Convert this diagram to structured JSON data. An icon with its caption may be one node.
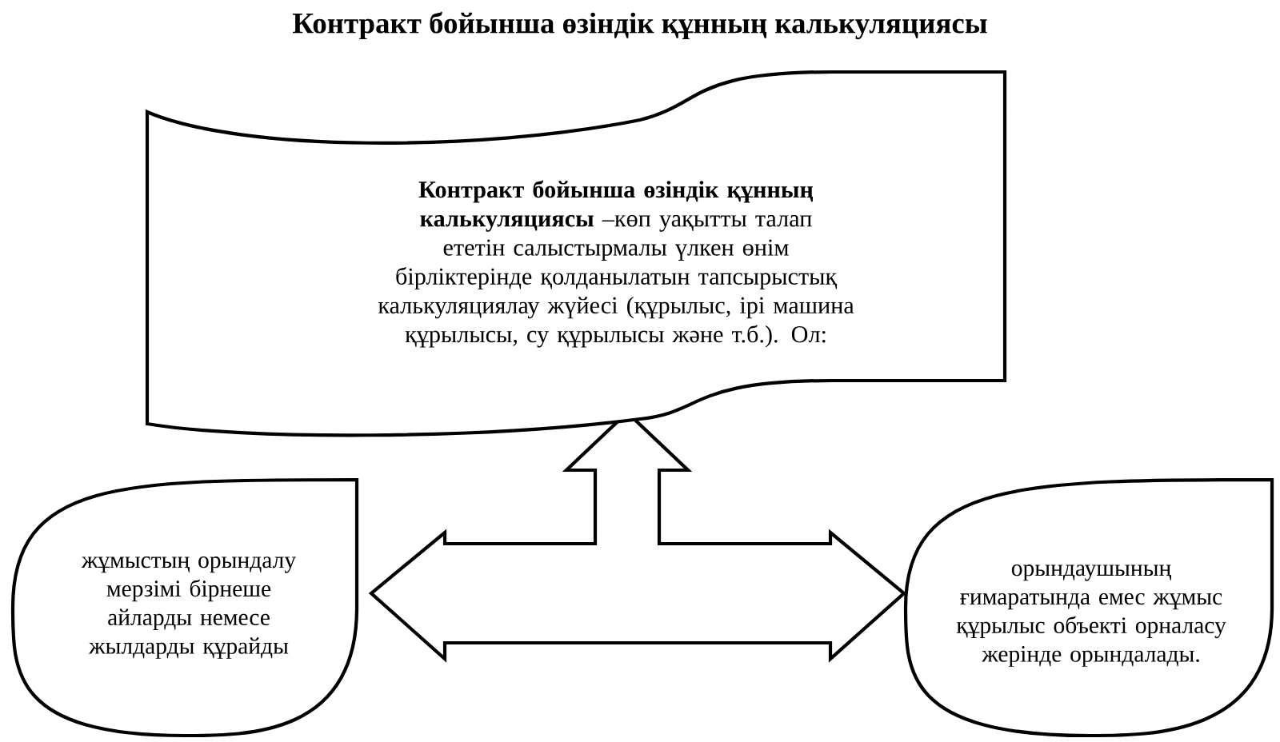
{
  "diagram": {
    "title": "Контракт бойынша өзіндік құнның калькуляциясы",
    "nodes": [
      {
        "text": [
          "**Контракт бойынша өзіндік  құнның калькуляциясы** –көп уақытты талап ететін салыстырмалы үлкен өнім бірліктерінде қолданылатын тапсырыстық калькуляциялау жүйесі (құрылыс, ірі машина құрылысы, су құрылысы және т.б.). Ол:"
        ]
      },
      {
        "text": [
          "жұмыстың орындалу мерзімі бірнеше айларды немесе жылдарды құрайды"
        ]
      },
      {
        "text": [
          "орындаушының ғимаратында емес жұмыс құрылыс объекті орналасу жерінде орындалады."
        ]
      }
    ],
    "edges": [
      {
        "from": 1,
        "to": 2,
        "arrow": "both"
      },
      {
        "from": null,
        "to": 0,
        "arrow": "to"
      }
    ]
  }
}
